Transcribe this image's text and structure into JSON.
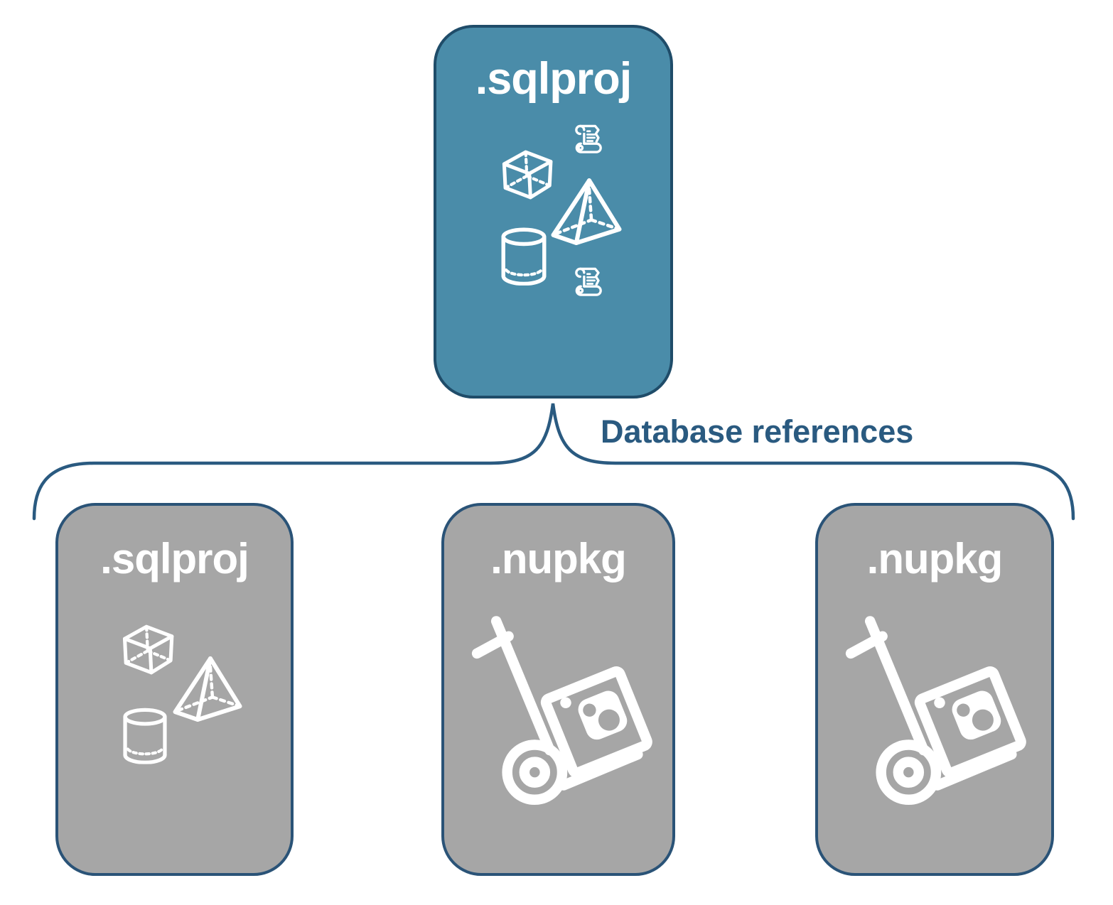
{
  "connector": {
    "label": "Database references",
    "color": "#2A5A80"
  },
  "root": {
    "label": ".sqlproj",
    "fill": "#4A8CA9",
    "border": "#1F4C69",
    "text_color": "#FFFFFF",
    "icons": [
      "cube-icon",
      "scroll-icon",
      "pyramid-icon",
      "cylinder-icon",
      "scroll-icon"
    ]
  },
  "children": [
    {
      "label": ".sqlproj",
      "fill": "#A6A6A6",
      "border": "#2A5377",
      "text_color": "#FFFFFF",
      "icons": [
        "cube-icon",
        "pyramid-icon",
        "cylinder-icon"
      ]
    },
    {
      "label": ".nupkg",
      "fill": "#A6A6A6",
      "border": "#2A5377",
      "text_color": "#FFFFFF",
      "icons": [
        "hand-truck-package-icon"
      ]
    },
    {
      "label": ".nupkg",
      "fill": "#A6A6A6",
      "border": "#2A5377",
      "text_color": "#FFFFFF",
      "icons": [
        "hand-truck-package-icon"
      ]
    }
  ]
}
